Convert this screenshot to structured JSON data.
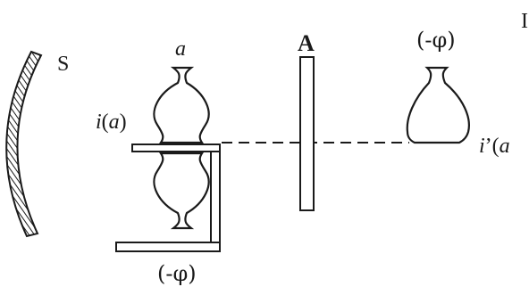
{
  "labels": {
    "screen": "S",
    "object": "a",
    "analyzer": "A",
    "phase_top": "(-φ)",
    "image": "i(a)",
    "image_prime": "i’(a",
    "phase_bottom": "(-φ)",
    "edge_fragment": "I"
  },
  "colors": {
    "ink": "#1a1a1a",
    "background": "#ffffff"
  }
}
